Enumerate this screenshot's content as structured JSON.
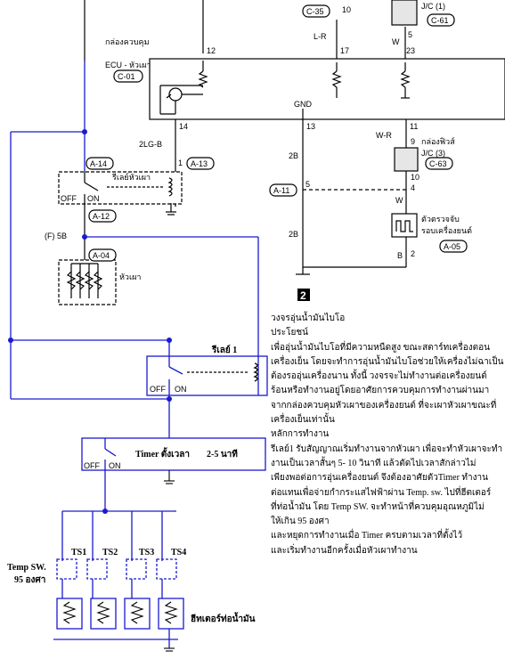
{
  "labels": {
    "c35": "C-35",
    "n10": "10",
    "jc1": "J/C (1)",
    "c61": "C-61",
    "lr": "L-R",
    "w_top": "W",
    "n5_top": "5",
    "ecu_box_title": "กล่องควบคุม",
    "ecu_name": "ECU - หัวเผา",
    "c01": "C-01",
    "n12": "12",
    "n17": "17",
    "n23": "23",
    "gnd": "GND",
    "n14": "14",
    "n13": "13",
    "n11": "11",
    "lg2b": "2LG-B",
    "n1": "1",
    "a13": "A-13",
    "wr": "W-R",
    "n9": "9",
    "fuse_box": "กล่องฟิวส์",
    "jc3": "J/C (3)",
    "c63": "C-63",
    "a14": "A-14",
    "relay_glow": "รีเลย์หัวเผา",
    "off1": "OFF",
    "on1": "ON",
    "a12": "A-12",
    "b2_1": "2B",
    "a11": "A-11",
    "n5_mid": "5",
    "n10b": "10",
    "n4": "4",
    "w_mid": "W",
    "sensor": "ตัวตรวจจับ",
    "sensor2": "รอบเครื่องยนต์",
    "a05": "A-05",
    "f5b": "(F) 5B",
    "a04": "A-04",
    "glowplug": "หัวเผา",
    "b2_2": "2B",
    "b_bot": "B",
    "n2": "2",
    "big2": "2",
    "relay1": "รีเลย์ 1",
    "off2": "OFF",
    "on2": "ON",
    "timer_name": "Timer ตั้งเวลา",
    "timer_range": "2-5 นาที",
    "off3": "OFF",
    "on3": "ON",
    "ts1": "TS1",
    "ts2": "TS2",
    "ts3": "TS3",
    "ts4": "TS4",
    "temp_sw": "Temp SW.",
    "temp_deg": "95 องศา",
    "heater": "ฮีทเตอร์ท่อน้ำมัน"
  },
  "description": [
    "วงจรอุ่นน้ำมันไบโอ",
    "ประโยชน์",
    "เพื่ออุ่นน้ำมันไบโอที่มีความหนืดสูง ขณะสตาร์ทเครื่องตอน",
    "เครื่องเย็น โดยจะทำการอุ่นน้ำมันไบโอช่วยให้เครื่องไม่ฉาเป็น",
    "ต้องรออุ่นเครื่องนาน ทั้งนี้ วงจรจะไม่ทำงานต่อเครื่องยนต์",
    "ร้อนหรือทำงานอยู่โดยอาศัยการควบคุมการทำงานผ่านมา",
    "จากกล่องควบคุมหัวเผาของเครื่องยนต์ ที่จะเผาหัวเผาขณะที่",
    "เครื่องเย็นเท่านั้น",
    "หลักการทำงาน",
    "รีเลย์1 รับสัญญาณเริ่มทำงานจากหัวเผา เพื่อจะทำหัวเผาจะทำ",
    "งานเป็นเวลาสั้นๆ 5- 10 วินาที แล้วตัดไปเวลาสักล่าวไม่",
    "เพียงพอต่อการอุ่นเครื่องยนต์ จึงต้องอาศัยตัวTimer ทำงาน",
    "ต่อแทนเพื่อจ่ายกำกระแสไฟฟ้าผ่าน Temp. sw. ไปที่ฮีตเตอร์",
    "ที่ท่อน้ำมัน โดย Temp SW. จะทำหน้าที่ควบคุมอุณหภูมิไม่",
    "ให้เกิน 95 องศา",
    "และหยุดการทำงานเมื่อ Timer ครบตามเวลาที่ตั้งไว้",
    "และเริ่มทำงานอีกครั้งเมื่อหัวเผาทำงาน"
  ],
  "colors": {
    "ink": "#000000",
    "wire_blue": "#1a1ad0",
    "fill_gray": "#e6e6e6"
  }
}
